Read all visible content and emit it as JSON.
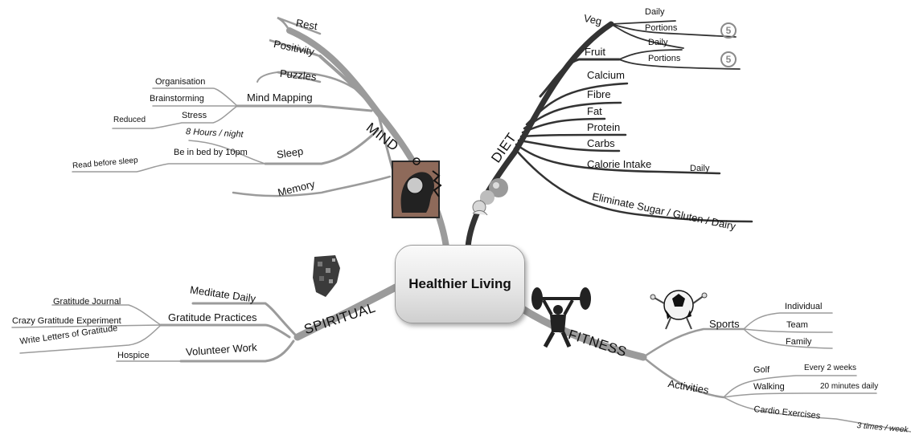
{
  "center": "Healthier Living",
  "sections": {
    "mind": "MIND",
    "diet": "DIET",
    "spiritual": "SPIRITUAL",
    "fitness": "FITNESS"
  },
  "mind": {
    "rest": "Rest",
    "positivity": "Positivity",
    "puzzles": "Puzzles",
    "mind_mapping": "Mind Mapping",
    "organisation": "Organisation",
    "brainstorming": "Brainstorming",
    "stress": "Stress",
    "reduced": "Reduced",
    "eight_hours": "8 Hours / night",
    "bed_by": "Be in bed by 10pm",
    "sleep": "Sleep",
    "read_before": "Read before sleep",
    "memory": "Memory"
  },
  "diet": {
    "veg": "Veg",
    "veg_daily": "Daily",
    "veg_portions": "Portions",
    "veg_badge": "5",
    "fruit": "Fruit",
    "fruit_daily": "Daily",
    "fruit_portions": "Portions",
    "fruit_badge": "5",
    "calcium": "Calcium",
    "fibre": "Fibre",
    "fat": "Fat",
    "protein": "Protein",
    "carbs": "Carbs",
    "calorie": "Calorie Intake",
    "calorie_daily": "Daily",
    "eliminate": "Eliminate Sugar / Gluten / Dairy"
  },
  "spiritual": {
    "meditate": "Meditate Daily",
    "gratitude": "Gratitude Practices",
    "journal": "Gratitude Journal",
    "crazy": "Crazy Gratitude Experiment",
    "letters": "Write Letters of Gratitude",
    "volunteer": "Volunteer Work",
    "hospice": "Hospice"
  },
  "fitness": {
    "sports": "Sports",
    "individual": "Individual",
    "team": "Team",
    "family": "Family",
    "activities": "Activities",
    "golf": "Golf",
    "golf_freq": "Every 2 weeks",
    "walking": "Walking",
    "walking_freq": "20 minutes daily",
    "cardio": "Cardio Exercises",
    "cardio_freq": "3 times / week"
  }
}
